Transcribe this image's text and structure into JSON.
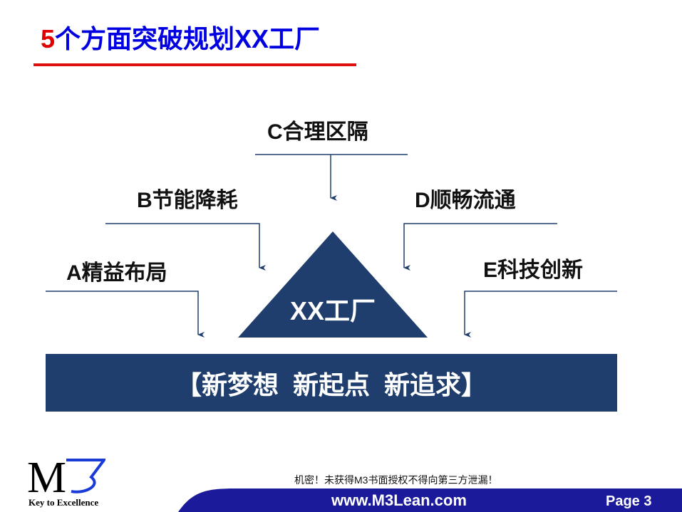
{
  "title": {
    "number": "5",
    "text": "个方面突破规划XX工厂"
  },
  "aspects": {
    "a": "A精益布局",
    "b": "B节能降耗",
    "c": "C合理区隔",
    "d": "D顺畅流通",
    "e": "E科技创新"
  },
  "center": "XX工厂",
  "banner": "【新梦想  新起点  新追求】",
  "colors": {
    "title": "#0000e0",
    "number": "#e00000",
    "navy": "#1f3e6d"
  },
  "footer": {
    "logo": "M3",
    "tagline": "Key to Excellence",
    "notice": "机密！未获得M3书面授权不得向第三方泄漏！",
    "url": "www.M3Lean.com",
    "page": "Page 3"
  }
}
